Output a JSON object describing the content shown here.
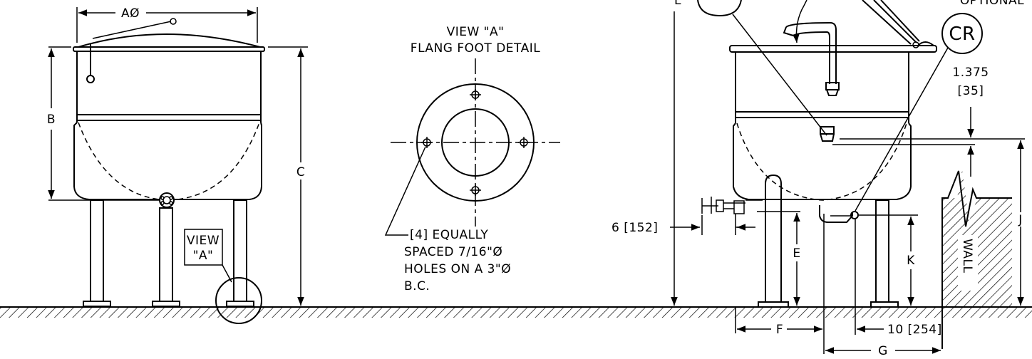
{
  "front_view": {
    "dim_a": "AØ",
    "dim_b": "B",
    "dim_c": "C",
    "callout_line1": "VIEW",
    "callout_line2": "\"A\""
  },
  "detail_view": {
    "title_line1": "VIEW \"A\"",
    "title_line2": "FLANG FOOT DETAIL",
    "note_line1": "[4] EQUALLY",
    "note_line2": "SPACED 7/16\"Ø",
    "note_line3": "HOLES ON A 3\"Ø",
    "note_line4": "B.C."
  },
  "side_view": {
    "dim_l": "L",
    "optional_label": "OPTIONAL",
    "cr_label": "CR",
    "dim_1375": "1.375",
    "dim_35": "[35]",
    "dim_6": "6 [152]",
    "dim_e": "E",
    "dim_f": "F",
    "dim_g": "G",
    "dim_j": "J",
    "dim_k": "K",
    "dim_10": "10 [254]",
    "wall_label": "WALL"
  }
}
